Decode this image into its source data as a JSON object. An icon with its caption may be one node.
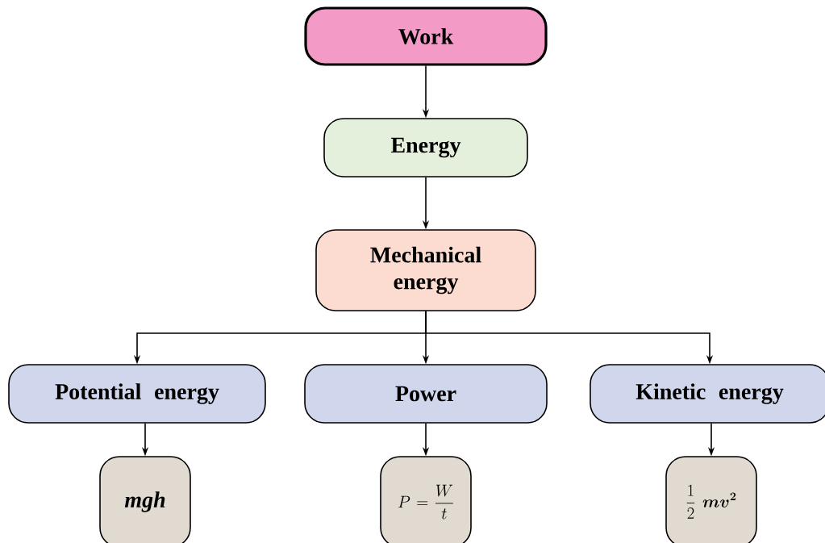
{
  "diagram": {
    "nodes": [
      {
        "text": [
          "Work"
        ]
      },
      {
        "text": [
          "Energy"
        ]
      },
      {
        "text": [
          "Mechanical energy"
        ]
      },
      {
        "text": [
          "Potential energy"
        ]
      },
      {
        "text": [
          "Power"
        ]
      },
      {
        "text": [
          "Kinetic energy"
        ]
      },
      {
        "text": [
          "mgh"
        ]
      },
      {
        "text": [
          "P = \\frac{W}{t}"
        ]
      },
      {
        "text": [
          "\\frac{1}{2}\\;\\boldsymbol{mv^{2}}"
        ]
      }
    ],
    "edges": [
      {
        "from": 0,
        "to": 1,
        "arrow": "to"
      },
      {
        "from": 1,
        "to": 2,
        "arrow": "to"
      },
      {
        "from": 2,
        "to": 3,
        "arrow": "to"
      },
      {
        "from": 2,
        "to": 4,
        "arrow": "to"
      },
      {
        "from": 2,
        "to": 5,
        "arrow": "to"
      },
      {
        "from": 3,
        "to": 6,
        "arrow": "to"
      },
      {
        "from": 4,
        "to": 7,
        "arrow": "to"
      },
      {
        "from": 5,
        "to": 8,
        "arrow": "to"
      }
    ]
  }
}
